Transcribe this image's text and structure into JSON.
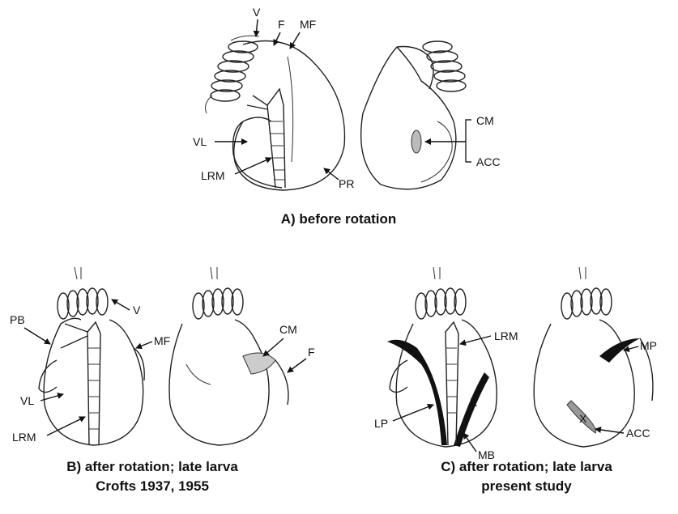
{
  "panels": {
    "a": {
      "caption": "A)  before rotation",
      "labels": {
        "v": "V",
        "f": "F",
        "mf": "MF",
        "vl": "VL",
        "lrm": "LRM",
        "pr": "PR",
        "cm": "CM",
        "acc": "ACC"
      }
    },
    "b": {
      "caption_line1": "B) after rotation; late larva",
      "caption_line2": "Crofts 1937, 1955",
      "labels": {
        "v": "V",
        "pb": "PB",
        "mf": "MF",
        "vl": "VL",
        "lrm": "LRM",
        "cm": "CM",
        "f": "F"
      }
    },
    "c": {
      "caption_line1": "C) after rotation; late larva",
      "caption_line2": "present study",
      "labels": {
        "lrm": "LRM",
        "lp": "LP",
        "mb": "MB",
        "mp": "MP",
        "acc": "ACC",
        "x1": "X",
        "x2": "X"
      }
    }
  }
}
